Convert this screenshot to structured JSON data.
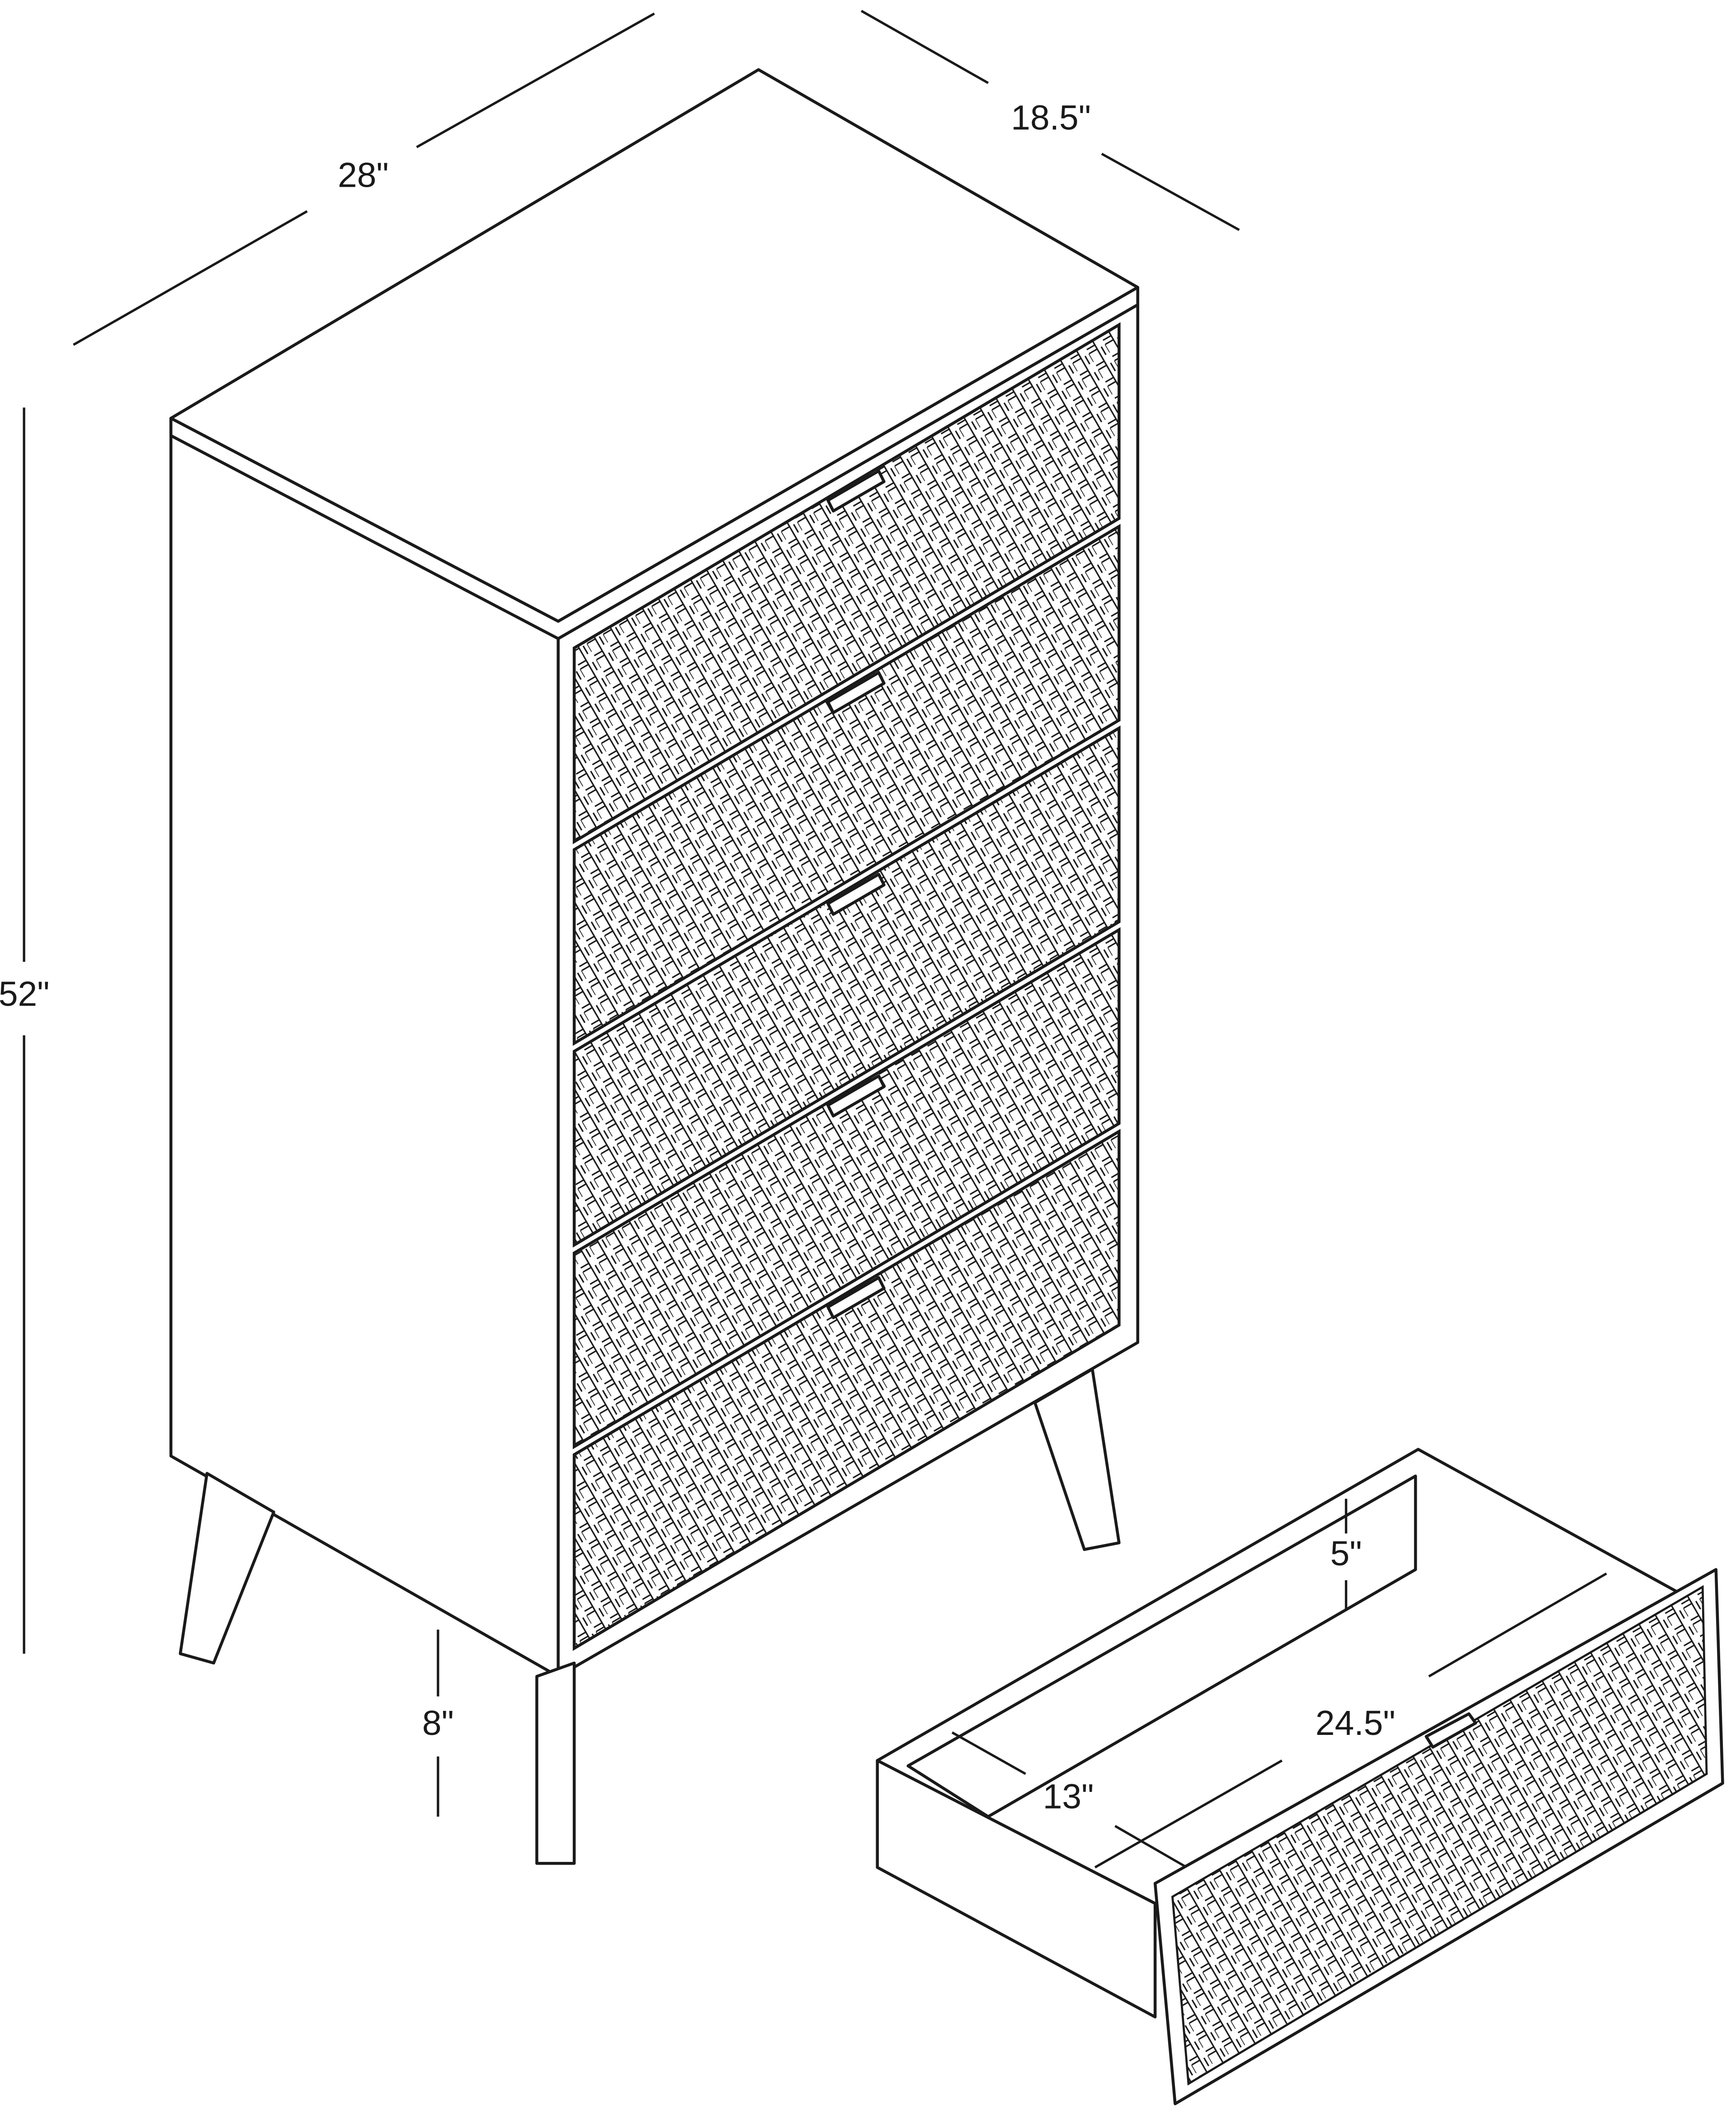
{
  "dimensions": {
    "width": "28\"",
    "depth": "18.5\"",
    "height": "52\"",
    "leg_height": "8\"",
    "drawer_height": "5\"",
    "drawer_width": "24.5\"",
    "drawer_depth": "13\""
  },
  "drawer_count": 5,
  "colors": {
    "line": "#1a1a1a",
    "background": "#ffffff"
  }
}
